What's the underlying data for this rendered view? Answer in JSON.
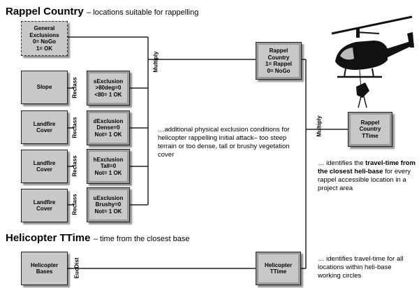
{
  "headings": {
    "rappel_title": "Rappel Country",
    "rappel_subtitle": "– locations suitable for rappelling",
    "heli_title": "Helicopter TTime",
    "heli_subtitle": "– time from the closest base"
  },
  "boxes": {
    "general_exclusions": [
      "General",
      "Exclusions",
      "0= NoGo",
      "1= OK"
    ],
    "slope": "Slope",
    "landfire_1": [
      "Landfire",
      "Cover"
    ],
    "landfire_2": [
      "Landfire",
      "Cover"
    ],
    "landfire_3": [
      "Landfire",
      "Cover"
    ],
    "s_exclusion": [
      "sExclusion",
      ">80deg=0",
      "<80= 1 OK"
    ],
    "d_exclusion": [
      "dExclusion",
      "Dense=0",
      "Not= 1 OK"
    ],
    "h_exclusion": [
      "hExclusion",
      "Tall=0",
      "Not= 1 OK"
    ],
    "u_exclusion": [
      "uExclusion",
      "Brushy=0",
      "Not= 1 OK"
    ],
    "rappel_country": [
      "Rappel",
      "Country",
      "1= Rappel",
      "0= NoGo"
    ],
    "rappel_country_ttime": [
      "Rappel",
      "Country",
      "TTime"
    ],
    "helicopter_bases": [
      "Helicopter",
      "Bases"
    ],
    "helicopter_ttime": [
      "Helicopter",
      "TTime"
    ]
  },
  "operations": {
    "reclass": "Reclass",
    "multiply": "Multiply",
    "eucdist": "EucDist"
  },
  "notes": {
    "exclusion_note": "…additional physical exclusion conditions for helicopter rappelling initial attack– too steep terrain or too dense, tall or brushy vegetation cover",
    "ttime_note_pre": "… identifies the ",
    "ttime_note_bold": "travel-time from the closest heli-base",
    "ttime_note_post": " for every rappel accessible location in a project area",
    "heli_note": "… identifies travel-time for all locations within heli-base working circles"
  },
  "icons": {
    "helicopter": "helicopter-icon"
  },
  "colors": {
    "box_fill": "#c8c8c8",
    "frame_fill": "#9b9b9b",
    "line": "#222222"
  }
}
